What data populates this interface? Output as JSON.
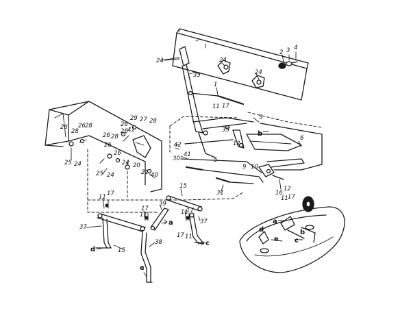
{
  "callouts": [
    {
      "id": "c24a",
      "text": "24"
    },
    {
      "id": "c33",
      "text": "33"
    },
    {
      "id": "c24b",
      "text": "24"
    },
    {
      "id": "c24c",
      "text": "24"
    },
    {
      "id": "c2",
      "text": "2"
    },
    {
      "id": "c3",
      "text": "3"
    },
    {
      "id": "c4",
      "text": "4"
    },
    {
      "id": "c1",
      "text": "1"
    },
    {
      "id": "c11a",
      "text": "11"
    },
    {
      "id": "c17a",
      "text": "17"
    },
    {
      "id": "c5",
      "text": "5"
    },
    {
      "id": "c6",
      "text": "6"
    },
    {
      "id": "c35",
      "text": "35"
    },
    {
      "id": "c12a",
      "text": "12"
    },
    {
      "id": "c42",
      "text": "42"
    },
    {
      "id": "c41a",
      "text": "41"
    },
    {
      "id": "c30",
      "text": "30"
    },
    {
      "id": "c5b",
      "text": "5"
    },
    {
      "id": "c9",
      "text": "9"
    },
    {
      "id": "c10",
      "text": "10"
    },
    {
      "id": "c12b",
      "text": "12"
    },
    {
      "id": "c16",
      "text": "16"
    },
    {
      "id": "c31",
      "text": "31"
    },
    {
      "id": "c26a",
      "text": "26"
    },
    {
      "id": "c29",
      "text": "29"
    },
    {
      "id": "c27",
      "text": "27"
    },
    {
      "id": "c28a",
      "text": "28"
    },
    {
      "id": "c26b",
      "text": "26"
    },
    {
      "id": "c41b",
      "text": "41"
    },
    {
      "id": "c26c",
      "text": "26"
    },
    {
      "id": "c28b",
      "text": "28"
    },
    {
      "id": "c26d",
      "text": "26"
    },
    {
      "id": "c28c",
      "text": "28"
    },
    {
      "id": "c26e",
      "text": "26"
    },
    {
      "id": "c28d",
      "text": "28"
    },
    {
      "id": "c26f",
      "text": "26"
    },
    {
      "id": "c25a",
      "text": "25"
    },
    {
      "id": "c24d",
      "text": "24"
    },
    {
      "id": "c26g",
      "text": "26"
    },
    {
      "id": "c24e",
      "text": "24"
    },
    {
      "id": "c20",
      "text": "20"
    },
    {
      "id": "c21",
      "text": "21"
    },
    {
      "id": "c25b",
      "text": "25"
    },
    {
      "id": "c24f",
      "text": "24"
    },
    {
      "id": "c40",
      "text": "40"
    },
    {
      "id": "c15a",
      "text": "15"
    },
    {
      "id": "c11b",
      "text": "11"
    },
    {
      "id": "c17b",
      "text": "17"
    },
    {
      "id": "c39",
      "text": "39"
    },
    {
      "id": "c17c",
      "text": "17"
    },
    {
      "id": "c11c",
      "text": "11"
    },
    {
      "id": "c37a",
      "text": "37"
    },
    {
      "id": "c15b",
      "text": "15"
    },
    {
      "id": "c11d",
      "text": "11"
    },
    {
      "id": "c17d",
      "text": "17"
    },
    {
      "id": "c37b",
      "text": "37"
    },
    {
      "id": "c17e",
      "text": "17"
    },
    {
      "id": "c11e",
      "text": "11"
    },
    {
      "id": "c38",
      "text": "38"
    },
    {
      "id": "c11f",
      "text": "11"
    },
    {
      "id": "c17f",
      "text": "17"
    }
  ],
  "letters": [
    {
      "id": "lb",
      "text": "b"
    },
    {
      "id": "la1",
      "text": "a"
    },
    {
      "id": "lc1",
      "text": "c"
    },
    {
      "id": "ld1",
      "text": "d"
    },
    {
      "id": "le1",
      "text": "e"
    },
    {
      "id": "ld2",
      "text": "d"
    },
    {
      "id": "la2",
      "text": "a"
    },
    {
      "id": "le2",
      "text": "e"
    },
    {
      "id": "lc2",
      "text": "c"
    },
    {
      "id": "lb2",
      "text": "b"
    }
  ]
}
